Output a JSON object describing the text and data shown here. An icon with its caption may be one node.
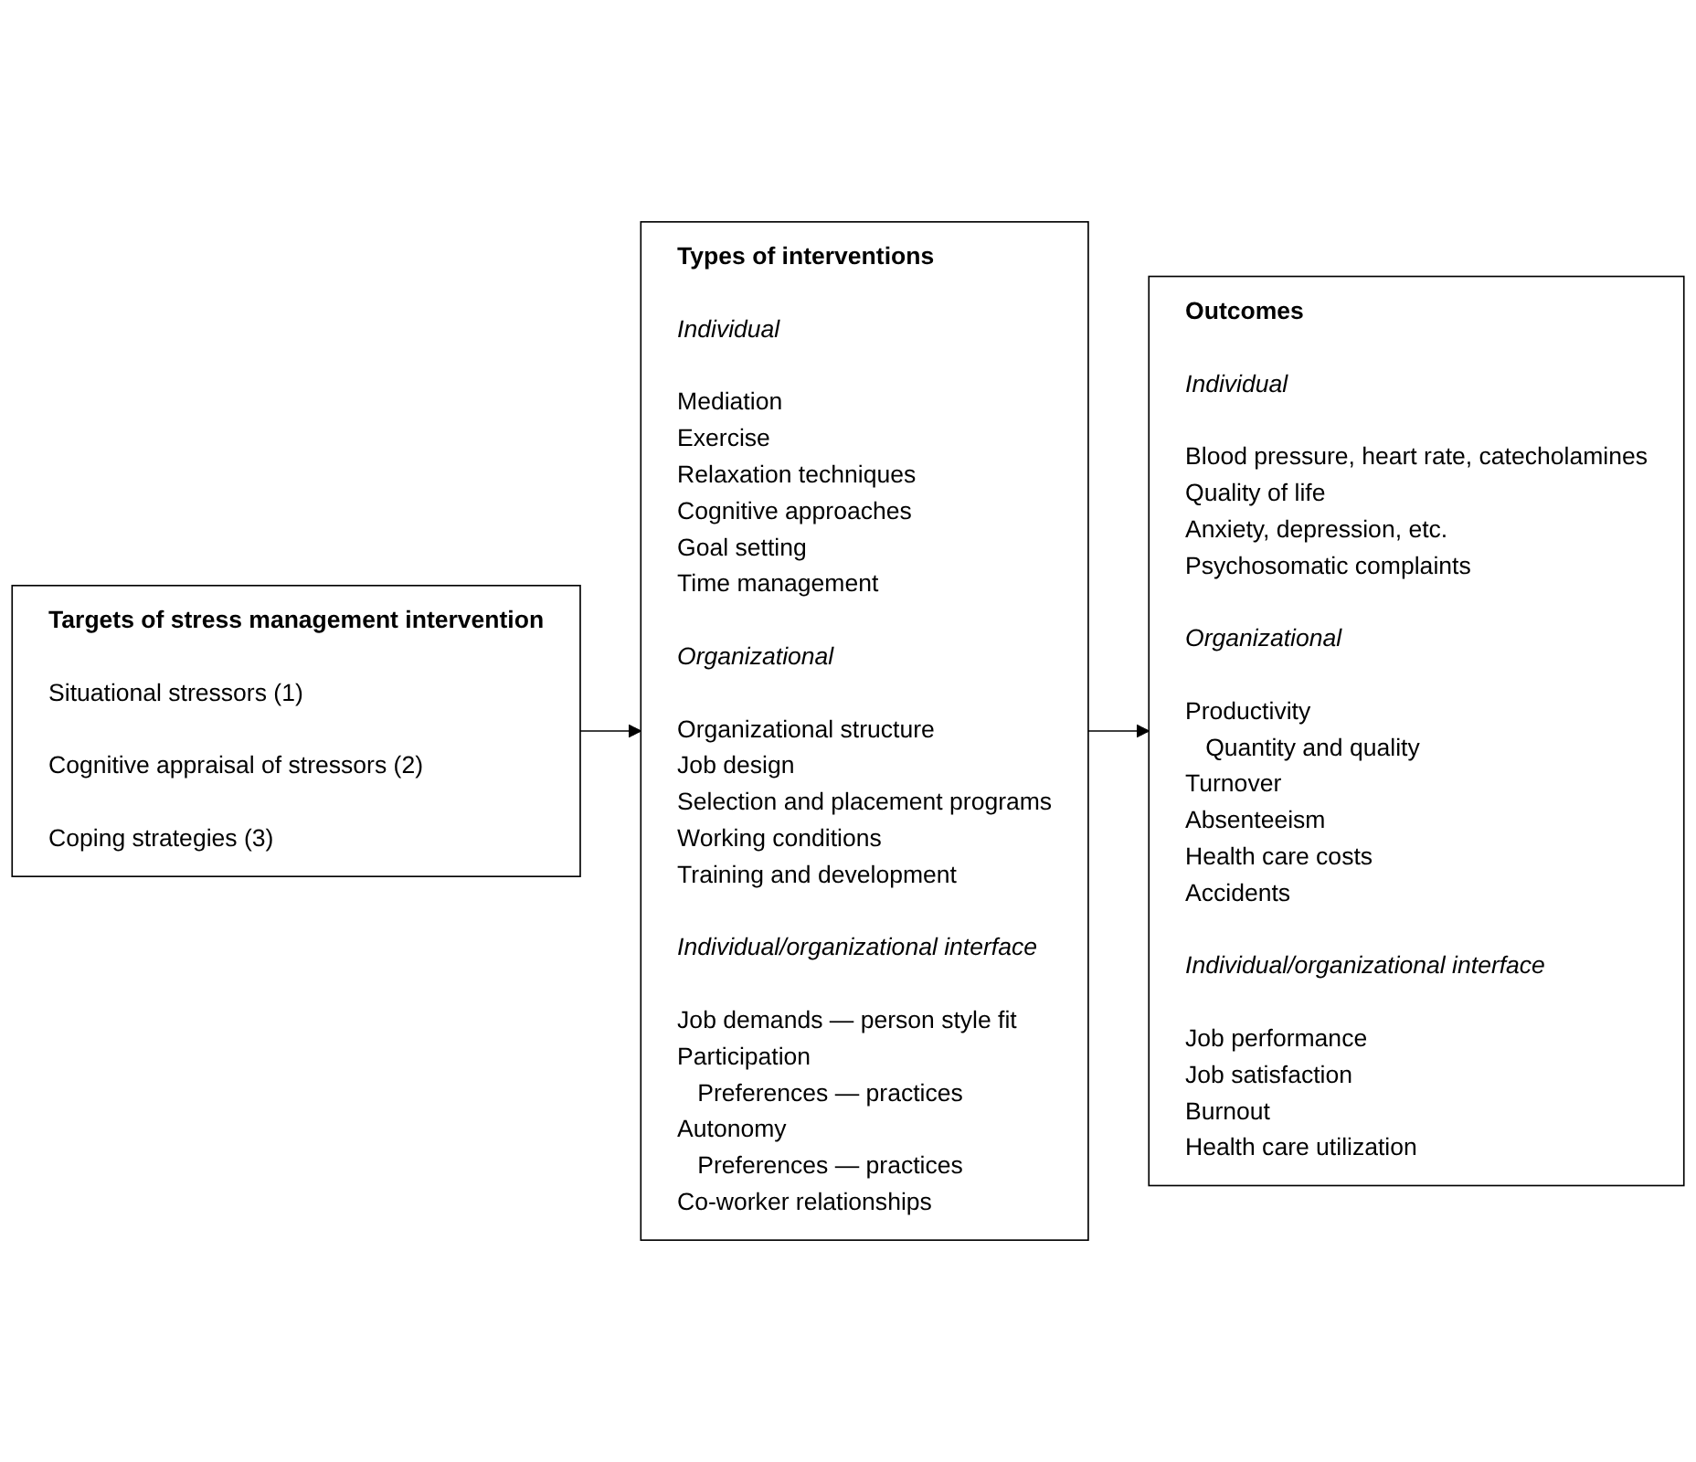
{
  "diagram": {
    "nodes": [
      {
        "text": [
          "Targets of stress management intervention",
          "Situational stressors (1)",
          "Cognitive appraisal of stressors (2)",
          "Coping strategies (3)"
        ]
      },
      {
        "text": [
          "Types of interventions",
          "Individual",
          "Mediation",
          "Exercise",
          "Relaxation techniques",
          "Cognitive approaches",
          "Goal setting",
          "Time management",
          "Organizational",
          "Organizational structure",
          "Job design",
          "Selection and placement programs",
          "Working conditions",
          "Training and development",
          "Individual/organizational interface",
          "Job demands — person style fit",
          "Participation",
          "Preferences — practices",
          "Autonomy",
          "Preferences — practices",
          "Co-worker relationships"
        ]
      },
      {
        "text": [
          "Outcomes",
          "Individual",
          "Blood pressure, heart rate, catecholamines",
          "Quality of life",
          "Anxiety, depression, etc.",
          "Psychosomatic complaints",
          "Organizational",
          "Productivity",
          "Quantity and quality",
          "Turnover",
          "Absenteeism",
          "Health care costs",
          "Accidents",
          "Individual/organizational interface",
          "Job performance",
          "Job satisfaction",
          "Burnout",
          "Health care utilization"
        ]
      }
    ],
    "edges": [
      {
        "from": 0,
        "to": 1,
        "arrow": "to"
      },
      {
        "from": 1,
        "to": 2,
        "arrow": "to"
      }
    ]
  }
}
